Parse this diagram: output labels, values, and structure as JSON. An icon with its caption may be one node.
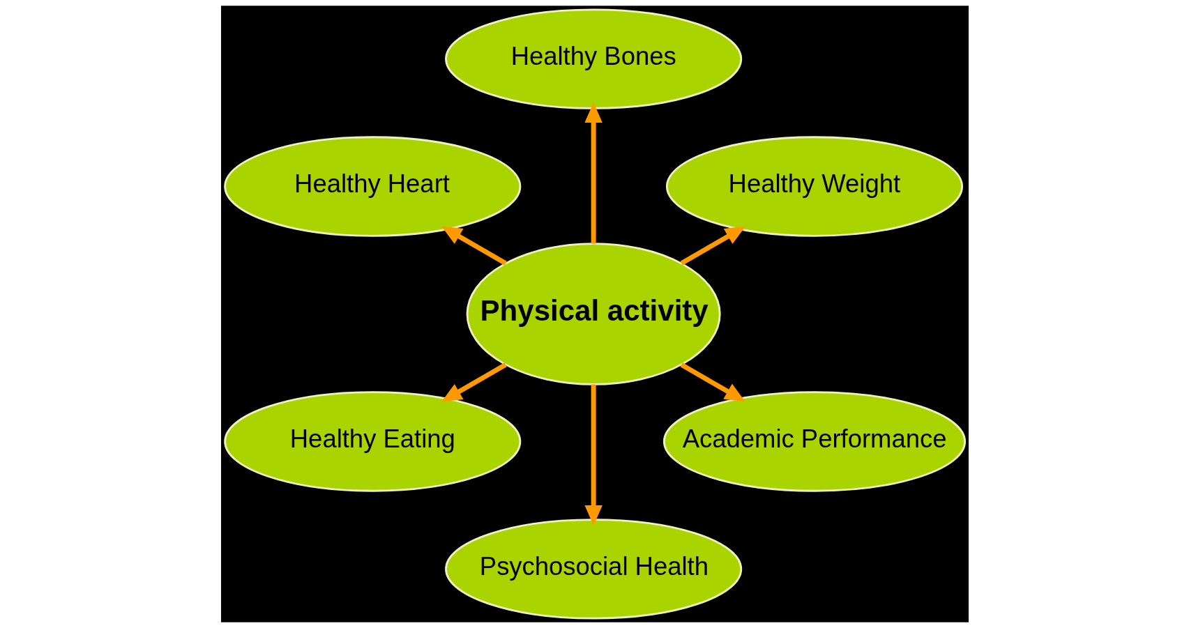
{
  "diagram": {
    "nodes": [
      {
        "text": [
          "Healthy Weight"
        ]
      },
      {
        "text": [
          "Healthy Bones"
        ]
      },
      {
        "text": [
          "Healthy Heart"
        ]
      },
      {
        "text": [
          "Physical activity"
        ]
      },
      {
        "text": [
          "Healthy Eating"
        ]
      },
      {
        "text": [
          "Psychosocial Health"
        ]
      },
      {
        "text": [
          "Academic Performance"
        ]
      }
    ],
    "edges": [
      {
        "from": 3,
        "to": 0,
        "arrow": "to"
      },
      {
        "from": 3,
        "to": 1,
        "arrow": "to"
      },
      {
        "from": 3,
        "to": 2,
        "arrow": "to"
      },
      {
        "from": 3,
        "to": 4,
        "arrow": "to"
      },
      {
        "from": 3,
        "to": 5,
        "arrow": "to"
      },
      {
        "from": 3,
        "to": 6,
        "arrow": "to"
      }
    ]
  }
}
